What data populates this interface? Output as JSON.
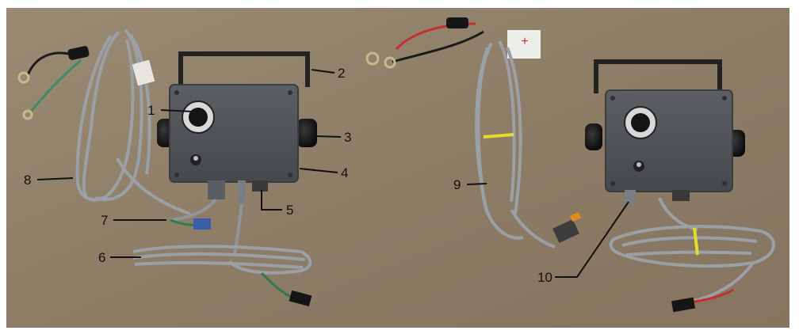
{
  "callouts": {
    "c1": "1",
    "c2": "2",
    "c3": "3",
    "c4": "4",
    "c5": "5",
    "c6": "6",
    "c7": "7",
    "c8": "8",
    "c9": "9",
    "c10": "10"
  },
  "tag_plus": "+",
  "colors": {
    "background": "#8e7f6a",
    "box": "#4f5257",
    "bracket": "#2b2b2b",
    "cable": "#9a9ea3",
    "wire_red": "#c23030",
    "wire_green": "#2f7a4a"
  }
}
